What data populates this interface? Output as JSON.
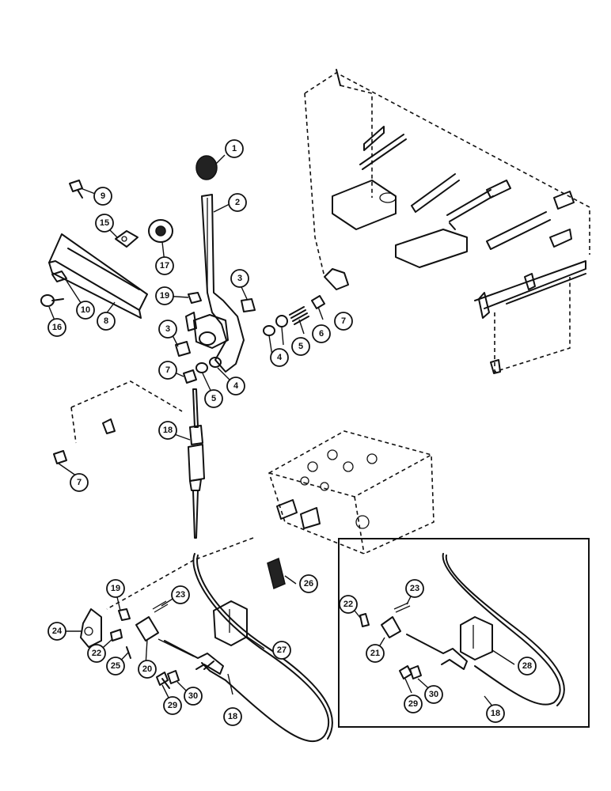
{
  "callouts": {
    "c1": "1",
    "c2": "2",
    "c3a": "3",
    "c3b": "3",
    "c4a": "4",
    "c4b": "4",
    "c5a": "5",
    "c5b": "5",
    "c6": "6",
    "c7a": "7",
    "c7b": "7",
    "c7c": "7",
    "c8": "8",
    "c9": "9",
    "c10": "10",
    "c15": "15",
    "c16": "16",
    "c17": "17",
    "c18a": "18",
    "c18b": "18",
    "c18c": "18",
    "c19a": "19",
    "c19b": "19",
    "c20": "20",
    "c21": "21",
    "c22a": "22",
    "c22b": "22",
    "c23a": "23",
    "c23b": "23",
    "c24": "24",
    "c25": "25",
    "c26": "26",
    "c27": "27",
    "c28": "28",
    "c29a": "29",
    "c29b": "29",
    "c30a": "30",
    "c30b": "30"
  },
  "colors": {
    "ink": "#111111",
    "paper": "#ffffff"
  }
}
